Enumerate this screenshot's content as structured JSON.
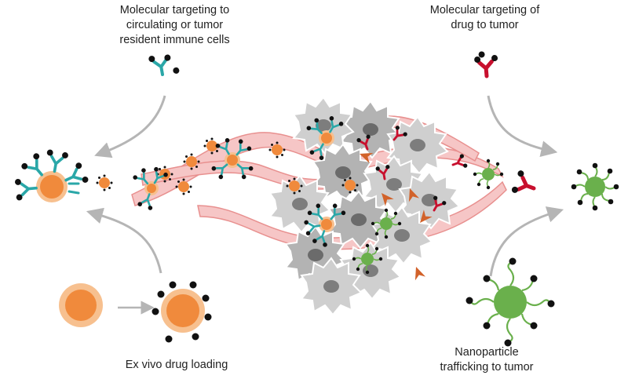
{
  "labels": {
    "immune_targeting": {
      "line1": "Molecular targeting to",
      "line2": "circulating or tumor",
      "line3": "resident immune cells"
    },
    "drug_targeting": {
      "line1": "Molecular targeting of",
      "line2": "drug to tumor"
    },
    "ex_vivo": {
      "line1": "Ex vivo drug loading"
    },
    "nanoparticle": {
      "line1": "Nanoparticle",
      "line2": "trafficking to tumor"
    }
  },
  "colors": {
    "antibody_teal": "#2aa7a8",
    "antibody_red": "#c8102e",
    "immune_cell_orange": "#f08a3c",
    "immune_cell_halo": "#f7c08f",
    "nanoparticle_green": "#6ab04c",
    "vessel_pink": "#f6c6c6",
    "vessel_outline": "#e8908f",
    "tumor_cell_gray": "#c9c9c9",
    "tumor_nucleus": "#7d7d7d",
    "arrow_gray": "#b5b5b5",
    "arrowhead_orange": "#d2622a"
  }
}
